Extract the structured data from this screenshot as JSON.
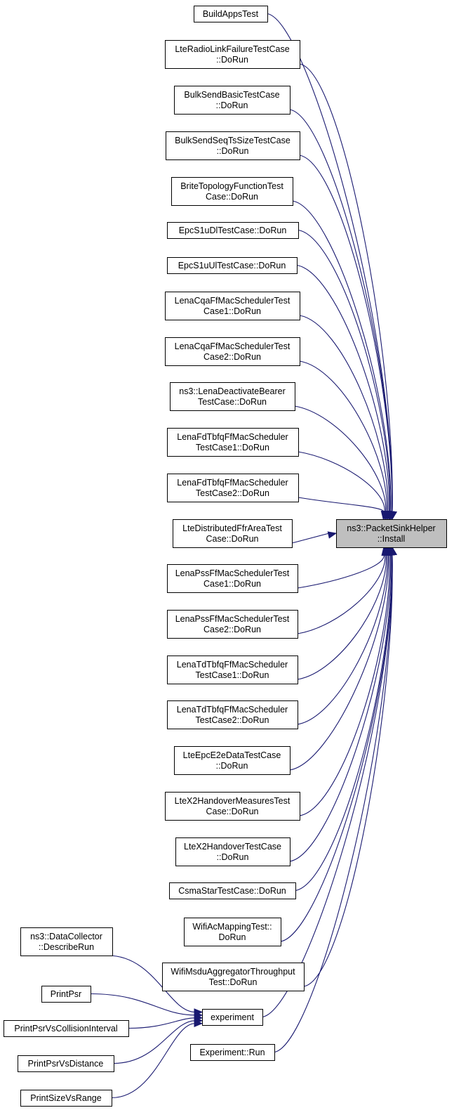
{
  "diagram": {
    "type": "doxygen-caller-graph",
    "colors": {
      "edge": "#191970",
      "target_fill": "#bfbfbf",
      "node_fill": "#ffffff",
      "border": "#000000"
    },
    "target": {
      "id": "install",
      "lines": [
        "ns3::PacketSinkHelper",
        "::Install"
      ]
    },
    "intermediate": {
      "id": "experiment",
      "lines": [
        "experiment"
      ]
    },
    "callers_of_install": [
      {
        "id": "c0",
        "lines": [
          "BuildAppsTest"
        ]
      },
      {
        "id": "c1",
        "lines": [
          "LteRadioLinkFailureTestCase",
          "::DoRun"
        ]
      },
      {
        "id": "c2",
        "lines": [
          "BulkSendBasicTestCase",
          "::DoRun"
        ]
      },
      {
        "id": "c3",
        "lines": [
          "BulkSendSeqTsSizeTestCase",
          "::DoRun"
        ]
      },
      {
        "id": "c4",
        "lines": [
          "BriteTopologyFunctionTest",
          "Case::DoRun"
        ]
      },
      {
        "id": "c5",
        "lines": [
          "EpcS1uDlTestCase::DoRun"
        ]
      },
      {
        "id": "c6",
        "lines": [
          "EpcS1uUlTestCase::DoRun"
        ]
      },
      {
        "id": "c7",
        "lines": [
          "LenaCqaFfMacSchedulerTest",
          "Case1::DoRun"
        ]
      },
      {
        "id": "c8",
        "lines": [
          "LenaCqaFfMacSchedulerTest",
          "Case2::DoRun"
        ]
      },
      {
        "id": "c9",
        "lines": [
          "ns3::LenaDeactivateBearer",
          "TestCase::DoRun"
        ]
      },
      {
        "id": "c10",
        "lines": [
          "LenaFdTbfqFfMacScheduler",
          "TestCase1::DoRun"
        ]
      },
      {
        "id": "c11",
        "lines": [
          "LenaFdTbfqFfMacScheduler",
          "TestCase2::DoRun"
        ]
      },
      {
        "id": "c12",
        "lines": [
          "LteDistributedFfrAreaTest",
          "Case::DoRun"
        ]
      },
      {
        "id": "c13",
        "lines": [
          "LenaPssFfMacSchedulerTest",
          "Case1::DoRun"
        ]
      },
      {
        "id": "c14",
        "lines": [
          "LenaPssFfMacSchedulerTest",
          "Case2::DoRun"
        ]
      },
      {
        "id": "c15",
        "lines": [
          "LenaTdTbfqFfMacScheduler",
          "TestCase1::DoRun"
        ]
      },
      {
        "id": "c16",
        "lines": [
          "LenaTdTbfqFfMacScheduler",
          "TestCase2::DoRun"
        ]
      },
      {
        "id": "c17",
        "lines": [
          "LteEpcE2eDataTestCase",
          "::DoRun"
        ]
      },
      {
        "id": "c18",
        "lines": [
          "LteX2HandoverMeasuresTest",
          "Case::DoRun"
        ]
      },
      {
        "id": "c19",
        "lines": [
          "LteX2HandoverTestCase",
          "::DoRun"
        ]
      },
      {
        "id": "c20",
        "lines": [
          "CsmaStarTestCase::DoRun"
        ]
      },
      {
        "id": "c21",
        "lines": [
          "WifiAcMappingTest::",
          "DoRun"
        ]
      },
      {
        "id": "c22",
        "lines": [
          "WifiMsduAggregatorThroughput",
          "Test::DoRun"
        ]
      },
      {
        "id": "experiment",
        "lines": [
          "experiment"
        ]
      },
      {
        "id": "c24",
        "lines": [
          "Experiment::Run"
        ]
      }
    ],
    "callers_of_experiment": [
      {
        "id": "e0",
        "lines": [
          "ns3::DataCollector",
          "::DescribeRun"
        ]
      },
      {
        "id": "e1",
        "lines": [
          "PrintPsr"
        ]
      },
      {
        "id": "e2",
        "lines": [
          "PrintPsrVsCollisionInterval"
        ]
      },
      {
        "id": "e3",
        "lines": [
          "PrintPsrVsDistance"
        ]
      },
      {
        "id": "e4",
        "lines": [
          "PrintSizeVsRange"
        ]
      }
    ]
  }
}
